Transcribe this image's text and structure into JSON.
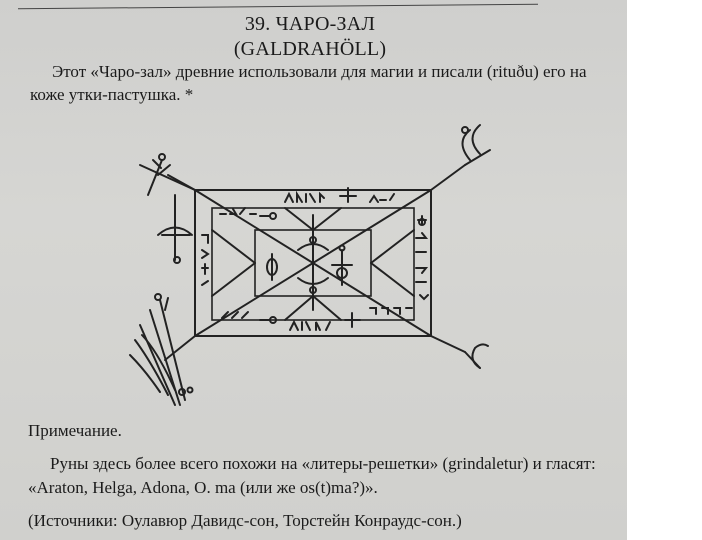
{
  "heading": {
    "number_title": "39. ЧАРО-ЗАЛ",
    "subtitle": "(GALDRAHÖLL)"
  },
  "intro": {
    "text": "Этот «Чаро-зал» древние использовали для магии и писали (rituðu) его на коже утки-пастушка. *"
  },
  "figure": {
    "icon": "galdrahöll-magic-stave"
  },
  "note": {
    "label": "Примечание.",
    "text": "Руны здесь более всего похожи на «литеры-решетки» (grindaletur) и гласят: «Araton, Helga, Adona, O. ma (или же os(t)ma?)».",
    "sources": "(Источники: Оулавюр Давидс-сон, Торстейн Конраудс-сон.)"
  }
}
